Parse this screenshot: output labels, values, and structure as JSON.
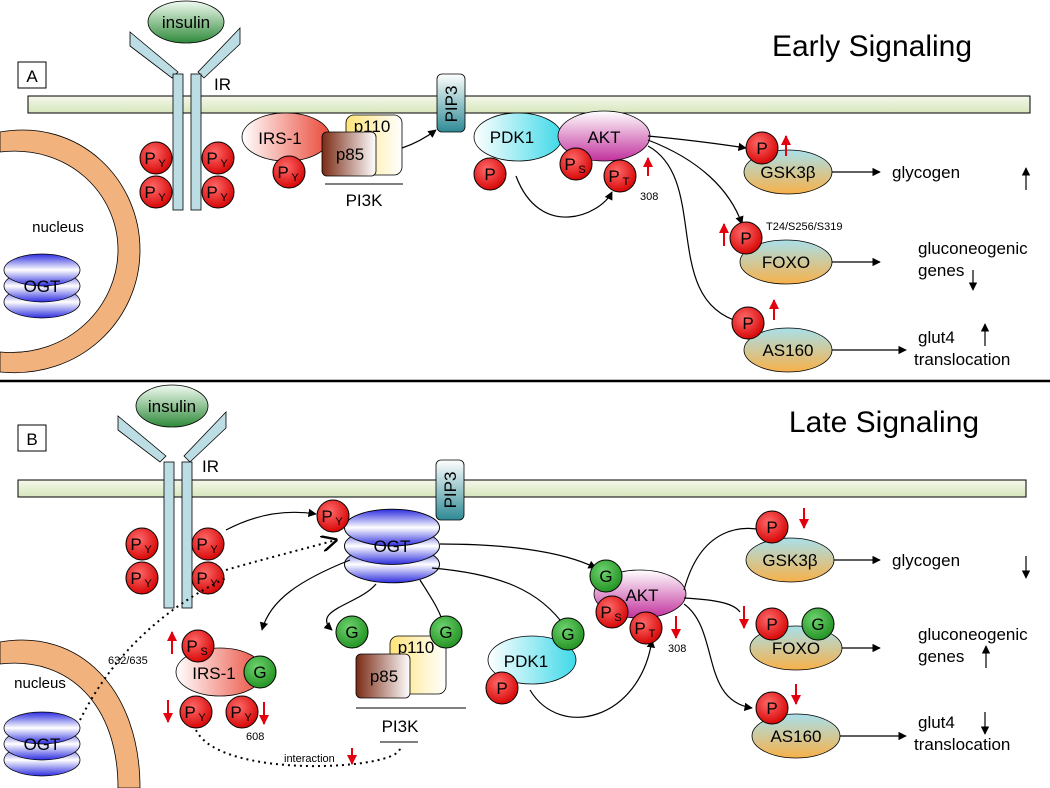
{
  "panel_a": {
    "letter": "A",
    "title": "Early Signaling",
    "insulin": "insulin",
    "receptor": "IR",
    "pip3": "PIP3",
    "irs1": "IRS-1",
    "p110": "p110",
    "p85": "p85",
    "pi3k": "PI3K",
    "pdk1": "PDK1",
    "akt": "AKT",
    "gsk3b": "GSK3β",
    "foxo": "FOXO",
    "as160": "AS160",
    "nucleus": "nucleus",
    "ogt": "OGT",
    "site_308": "308",
    "foxo_sites": "T24/S256/S319",
    "out_glycogen": "glycogen",
    "out_gluco_1": "gluconeogenic",
    "out_gluco_2": "genes",
    "out_glut4_1": "glut4",
    "out_glut4_2": "translocation"
  },
  "panel_b": {
    "letter": "B",
    "title": "Late Signaling",
    "insulin": "insulin",
    "receptor": "IR",
    "pip3": "PIP3",
    "ogt": "OGT",
    "irs1": "IRS-1",
    "p110": "p110",
    "p85": "p85",
    "pi3k": "PI3K",
    "pdk1": "PDK1",
    "akt": "AKT",
    "gsk3b": "GSK3β",
    "foxo": "FOXO",
    "as160": "AS160",
    "nucleus": "nucleus",
    "nuc_ogt": "OGT",
    "site_632": "632/635",
    "site_608": "608",
    "site_308": "308",
    "interaction": "interaction",
    "out_glycogen": "glycogen",
    "out_gluco_1": "gluconeogenic",
    "out_gluco_2": "genes",
    "out_glut4_1": "glut4",
    "out_glut4_2": "translocation"
  },
  "marks": {
    "phospho": "P",
    "phospho_y": "Y",
    "phospho_s": "S",
    "phospho_t": "T",
    "glcnac": "G"
  },
  "colors": {
    "membrane": "#e3edcf",
    "phospho_red": "#e3000f",
    "glcnac_green": "#2aa02a",
    "receptor_teal": "#bcdde3",
    "ogt_blue": "#3030d0",
    "nucleus_orange": "#f2b27d",
    "up_down_arrow_red": "#e3000f"
  }
}
